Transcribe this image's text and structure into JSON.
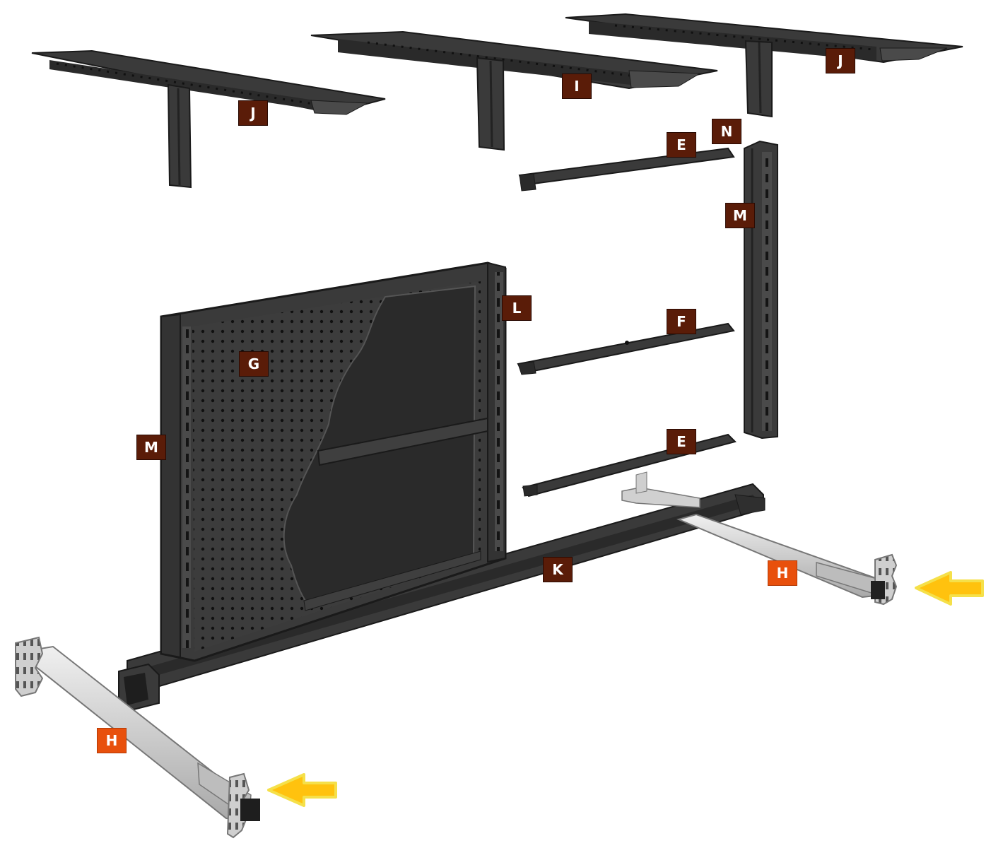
{
  "labels": [
    {
      "id": "J1",
      "text": "J",
      "style": "dark"
    },
    {
      "id": "I",
      "text": "I",
      "style": "dark"
    },
    {
      "id": "J2",
      "text": "J",
      "style": "dark"
    },
    {
      "id": "N",
      "text": "N",
      "style": "dark"
    },
    {
      "id": "E1",
      "text": "E",
      "style": "dark"
    },
    {
      "id": "M1",
      "text": "M",
      "style": "dark"
    },
    {
      "id": "L",
      "text": "L",
      "style": "dark"
    },
    {
      "id": "G",
      "text": "G",
      "style": "dark"
    },
    {
      "id": "F",
      "text": "F",
      "style": "dark"
    },
    {
      "id": "M2",
      "text": "M",
      "style": "dark"
    },
    {
      "id": "E2",
      "text": "E",
      "style": "dark"
    },
    {
      "id": "K",
      "text": "K",
      "style": "dark"
    },
    {
      "id": "H1",
      "text": "H",
      "style": "orange"
    },
    {
      "id": "H2",
      "text": "H",
      "style": "orange"
    }
  ],
  "colors": {
    "part_dark": "#3a3a3a",
    "part_edge": "#1a1a1a",
    "panel_inner": "#2e2e2e",
    "rail_light": "#d8d8d8",
    "label_dark": "#5a1c08",
    "label_orange": "#e8500c",
    "arrow_fill": "#ffc20e",
    "arrow_edge": "#f5e04a"
  },
  "icons": [
    "yellow-arrow-left-icon"
  ]
}
